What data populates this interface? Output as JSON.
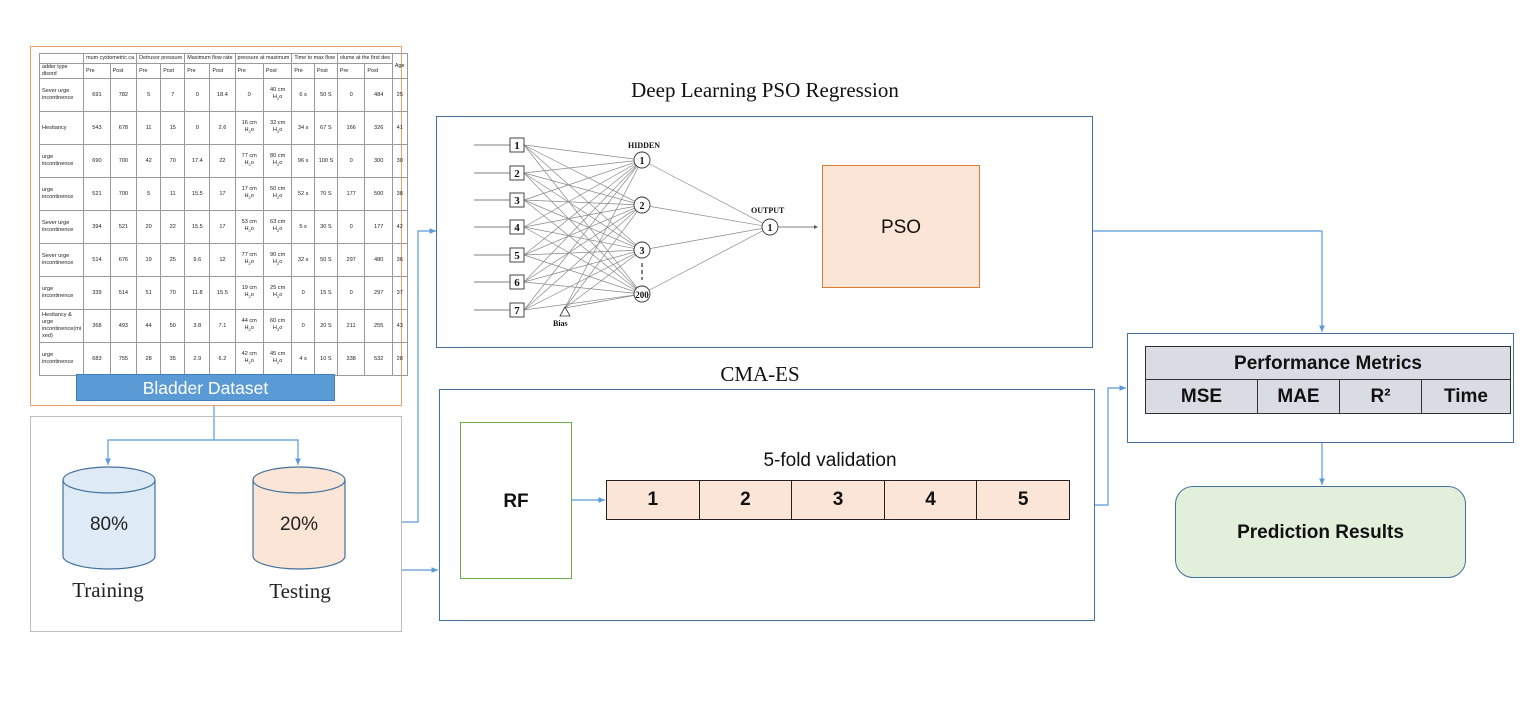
{
  "dataset": {
    "label": "Bladder Dataset",
    "header_groups": [
      "mum cystometric ca",
      "Detrusor pressure",
      "Maximum flow rate",
      "pressure at maximum",
      "Time to max flow",
      "olume at the first des",
      "Age"
    ],
    "sub_header": [
      "adder type disord",
      "Pre",
      "Post",
      "Pre",
      "Post",
      "Pre",
      "Post",
      "Pre",
      "Post",
      "Pre",
      "Post",
      "Pre",
      "Post",
      ""
    ],
    "rows": [
      [
        "Sever urge incontinence",
        "691",
        "782",
        "5",
        "7",
        "0",
        "18.4",
        "0",
        "40 cm H2o",
        "6 s",
        "50 S",
        "0",
        "484",
        "25"
      ],
      [
        "Hesitancy",
        "543",
        "678",
        "11",
        "15",
        "0",
        "2.6",
        "16 cm H2o",
        "32 cm H2o",
        "34 s",
        "67 S",
        "166",
        "326",
        "41"
      ],
      [
        "urge incontinence",
        "690",
        "700",
        "42",
        "70",
        "17.4",
        "22",
        "77 cm H2o",
        "80 cm H2o",
        "96 s",
        "100 S",
        "0",
        "300",
        "30"
      ],
      [
        "urge incontinence",
        "521",
        "700",
        "5",
        "11",
        "15.5",
        "17",
        "17 cm H2o",
        "50 cm H2o",
        "52 s",
        "70 S",
        "177",
        "500",
        "38"
      ],
      [
        "Sever urge incontinence",
        "394",
        "521",
        "20",
        "22",
        "15.5",
        "17",
        "53 cm H2o",
        "63 cm H2o",
        "5 s",
        "30 S",
        "0",
        "177",
        "42"
      ],
      [
        "Sever urge incontinence",
        "514",
        "676",
        "19",
        "25",
        "9.6",
        "12",
        "77 cm H2o",
        "90 cm H2o",
        "32 s",
        "50 S",
        "297",
        "480",
        "36"
      ],
      [
        "urge incontinence",
        "339",
        "514",
        "51",
        "70",
        "11.8",
        "15.5",
        "19 cm H2o",
        "25 cm H2o",
        "0",
        "15 S",
        "0",
        "297",
        "37"
      ],
      [
        "Hesitancy & urge incontinence(mi xed)",
        "368",
        "493",
        "44",
        "50",
        "3.8",
        "7.1",
        "44 cm H2o",
        "60 cm H2o",
        "0",
        "20 S",
        "211",
        "255",
        "43"
      ],
      [
        "urge incontinence",
        "683",
        "755",
        "28",
        "35",
        "2.9",
        "6.2",
        "42 cm H2o",
        "45 cm H2o",
        "4 s",
        "10 S",
        "338",
        "532",
        "28"
      ]
    ]
  },
  "split": {
    "training_percent": "80%",
    "testing_percent": "20%",
    "training_label": "Training",
    "testing_label": "Testing",
    "training_color": "#deebf7",
    "testing_color": "#fbe5d6"
  },
  "deep_learning": {
    "title": "Deep Learning PSO Regression",
    "hidden_label": "HIDDEN",
    "output_label": "OUTPUT",
    "bias_label": "Bias",
    "inputs": [
      "1",
      "2",
      "3",
      "4",
      "5",
      "6",
      "7"
    ],
    "hidden_nodes": [
      "1",
      "2",
      "3",
      "200"
    ],
    "output_node": "1",
    "pso_label": "PSO"
  },
  "cma": {
    "title": "CMA-ES",
    "rf_label": "RF",
    "fold_title": "5-fold validation",
    "folds": [
      "1",
      "2",
      "3",
      "4",
      "5"
    ]
  },
  "metrics": {
    "title": "Performance Metrics",
    "columns": [
      "MSE",
      "MAE",
      "R²",
      "Time"
    ]
  },
  "prediction_label": "Prediction Results",
  "colors": {
    "connector": "#5b9bd5",
    "peach": "#fbe5d6",
    "light_green": "#e2efda",
    "panel_border": "#41719c"
  }
}
